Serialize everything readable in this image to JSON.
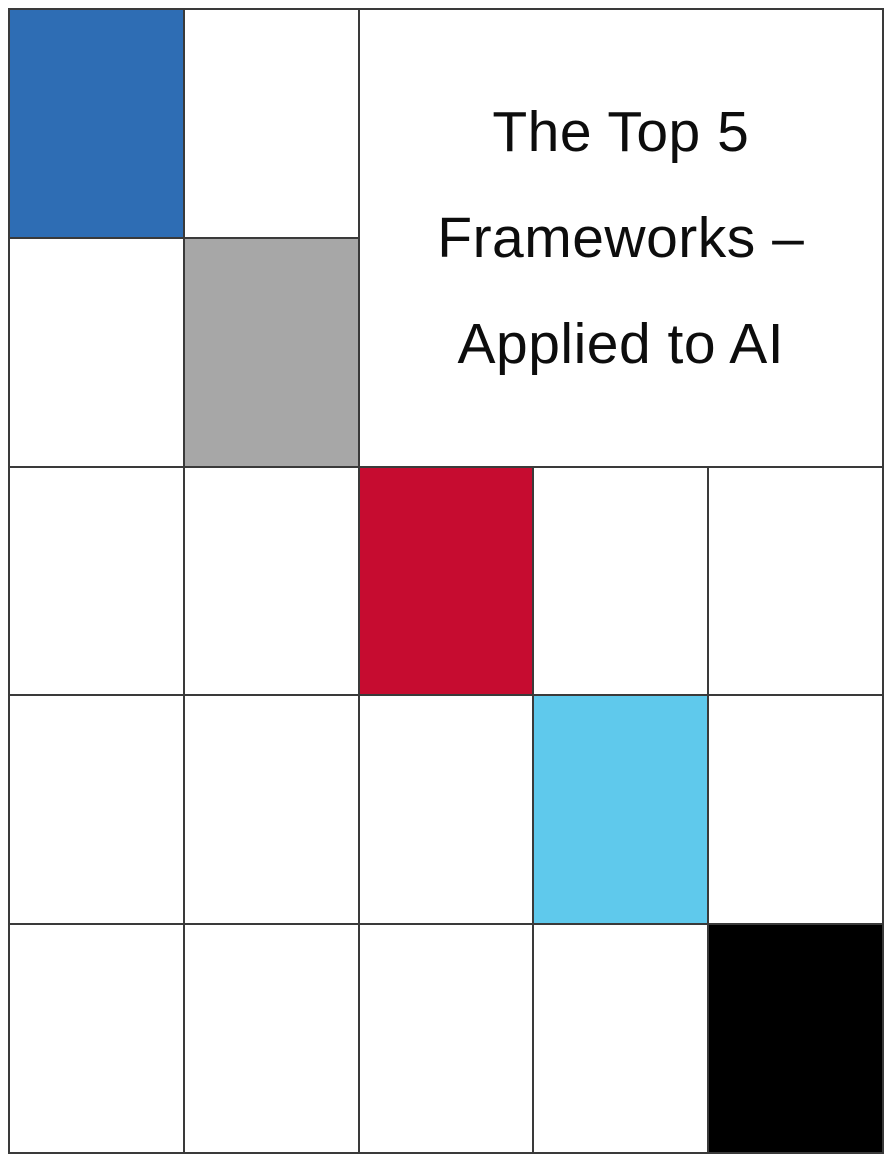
{
  "title": {
    "lines": [
      "The Top 5",
      "Frameworks –",
      "Applied to AI"
    ]
  },
  "colors": {
    "blue": "#2E6DB4",
    "gray": "#A7A7A7",
    "red": "#C60C30",
    "sky_blue": "#5FC9EC",
    "black": "#000000",
    "grid_line": "#3A3A3A",
    "cell_background": "#FFFFFF",
    "title_text": "#0D0D0D"
  },
  "grid": {
    "rows": 5,
    "cols": 5,
    "colored_cells": [
      {
        "row": 1,
        "col": 1,
        "color": "blue"
      },
      {
        "row": 2,
        "col": 2,
        "color": "gray"
      },
      {
        "row": 3,
        "col": 3,
        "color": "red"
      },
      {
        "row": 4,
        "col": 4,
        "color": "sky_blue"
      },
      {
        "row": 5,
        "col": 5,
        "color": "black"
      }
    ]
  }
}
